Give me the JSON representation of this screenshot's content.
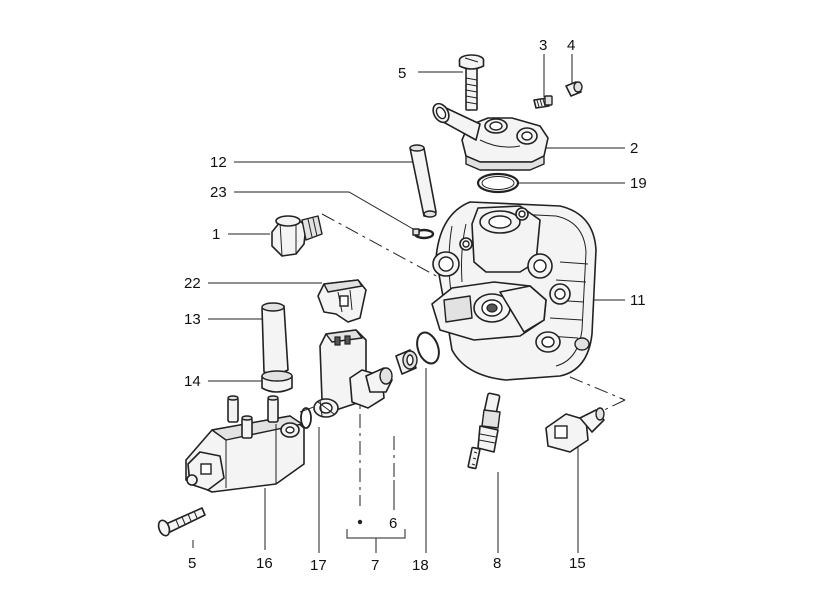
{
  "callouts": [
    {
      "id": "c5a",
      "text": "5"
    },
    {
      "id": "c3",
      "text": "3"
    },
    {
      "id": "c4",
      "text": "4"
    },
    {
      "id": "c2",
      "text": "2"
    },
    {
      "id": "c12",
      "text": "12"
    },
    {
      "id": "c19",
      "text": "19"
    },
    {
      "id": "c23",
      "text": "23"
    },
    {
      "id": "c1",
      "text": "1"
    },
    {
      "id": "c11",
      "text": "11"
    },
    {
      "id": "c22",
      "text": "22"
    },
    {
      "id": "c13",
      "text": "13"
    },
    {
      "id": "c14",
      "text": "14"
    },
    {
      "id": "c6",
      "text": "6"
    },
    {
      "id": "c5b",
      "text": "5"
    },
    {
      "id": "c16",
      "text": "16"
    },
    {
      "id": "c17",
      "text": "17"
    },
    {
      "id": "c7",
      "text": "7"
    },
    {
      "id": "c18",
      "text": "18"
    },
    {
      "id": "c8",
      "text": "8"
    },
    {
      "id": "c15",
      "text": "15"
    }
  ]
}
